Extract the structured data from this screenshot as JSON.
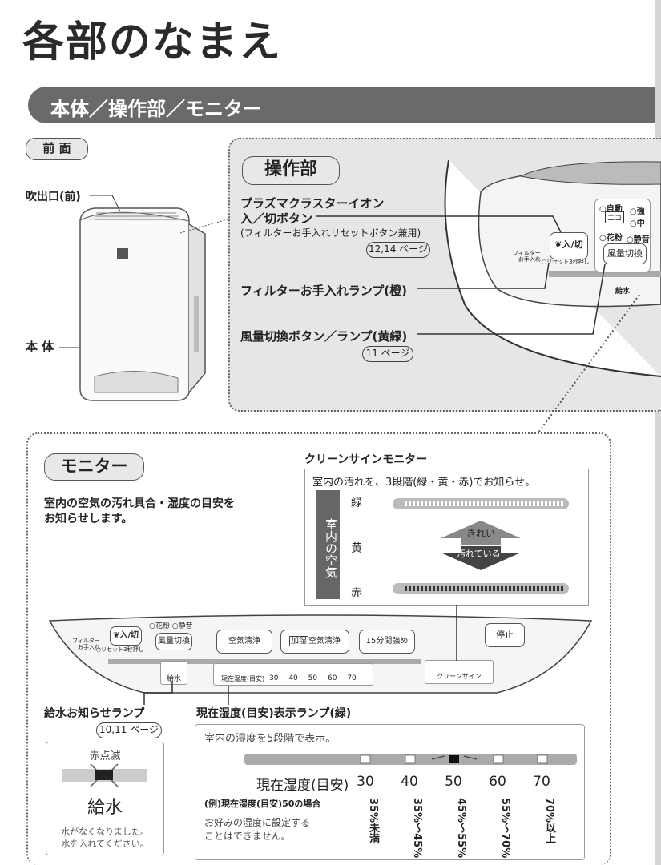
{
  "title": "各部のなまえ",
  "section_heading": "本体／操作部／モニター",
  "front_tab": "前 面",
  "labels": {
    "outlet": "吹出口(前)",
    "body": "本 体"
  },
  "control": {
    "heading": "操作部",
    "plasma_line1": "プラズマクラスターイオン",
    "plasma_line2": "入／切ボタン",
    "plasma_note": "(フィルターお手入れリセットボタン兼用)",
    "plasma_ref": "12,14 ページ",
    "filter_lamp": "フィルターお手入れランプ(橙)",
    "fan_button": "風量切換ボタン／ランプ(黄緑)",
    "fan_ref": "11 ページ",
    "panel": {
      "auto": "自動",
      "eco": "エコ",
      "strong": "強",
      "mid": "中",
      "pollen": "花粉",
      "quiet": "静音",
      "fan_switch": "風量切換",
      "onoff": "入/切",
      "filter_small1": "フィルター",
      "filter_small2": "お手入れ",
      "reset_small": "リセット3秒押し",
      "water": "給水"
    }
  },
  "monitor": {
    "heading": "モニター",
    "desc1": "室内の空気の汚れ具合・湿度の目安を",
    "desc2": "お知らせします。",
    "clean_title": "クリーンサインモニター",
    "clean_desc": "室内の汚れを、3段階(緑・黄・赤)でお知らせ。",
    "vertical_label": "室内の空気",
    "levels": [
      "緑",
      "黄",
      "赤"
    ],
    "arrow_up": "きれい",
    "arrow_down": "汚れている",
    "panel": {
      "pollen": "花粉",
      "quiet": "静音",
      "onoff": "入/切",
      "fan_switch": "風量切換",
      "air_clean": "空気清浄",
      "humid": "加湿",
      "humid_air_clean": "空気清浄",
      "boost": "15分間強め",
      "stop": "停止",
      "water": "給水",
      "humidity_label": "現在湿度(目安)",
      "humidity_values": [
        "30",
        "40",
        "50",
        "60",
        "70"
      ],
      "clean_sign": "クリーンサイン",
      "filter_small1": "フィルター",
      "filter_small2": "お手入れ",
      "reset_small": "リセット3秒押し"
    },
    "water_lamp_title": "給水お知らせランプ",
    "water_ref": "10,11 ページ",
    "water_box": {
      "blink": "赤点滅",
      "big": "給水",
      "msg1": "水がなくなりました。",
      "msg2": "水を入れてください。"
    },
    "humidity_title": "現在湿度(目安)表示ランプ(緑)",
    "humidity_box": {
      "desc": "室内の湿度を5段階で表示。",
      "row_label": "現在湿度(目安)",
      "values": [
        "30",
        "40",
        "50",
        "60",
        "70"
      ],
      "example": "(例)現在湿度(目安)50の場合",
      "note1": "お好みの湿度に設定する",
      "note2": "ことはできません。",
      "ranges": [
        "35%未満",
        "35%〜45%",
        "45%〜55%",
        "55%〜70%",
        "70%以上"
      ]
    }
  }
}
